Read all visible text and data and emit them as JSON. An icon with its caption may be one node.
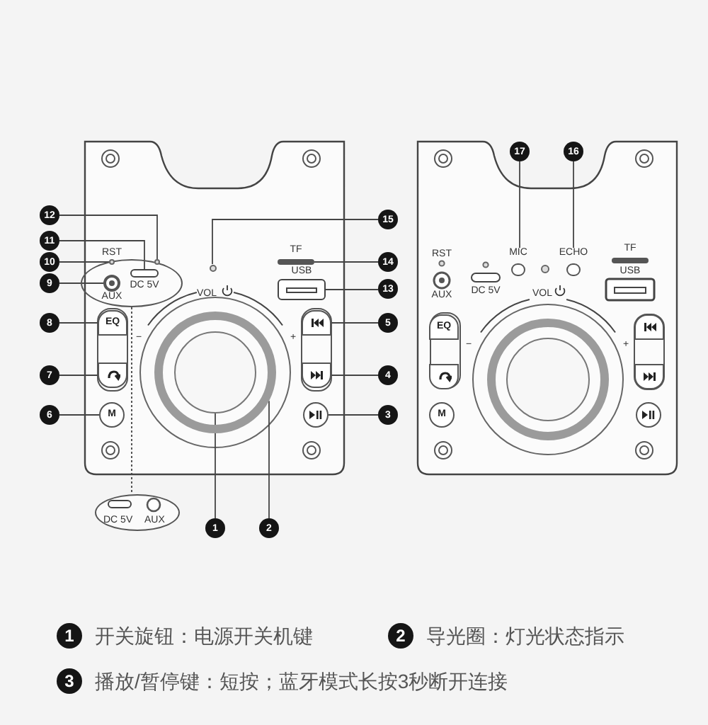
{
  "diagram": {
    "nodes": [
      {
        "text": [
          "12"
        ]
      },
      {
        "text": [
          "11"
        ]
      },
      {
        "text": [
          "10"
        ]
      },
      {
        "text": [
          "9"
        ]
      },
      {
        "text": [
          "8"
        ]
      },
      {
        "text": [
          "7"
        ]
      },
      {
        "text": [
          "6"
        ]
      },
      {
        "text": [
          "15"
        ]
      },
      {
        "text": [
          "14"
        ]
      },
      {
        "text": [
          "13"
        ]
      },
      {
        "text": [
          "5"
        ]
      },
      {
        "text": [
          "4"
        ]
      },
      {
        "text": [
          "3"
        ]
      },
      {
        "text": [
          "1"
        ]
      },
      {
        "text": [
          "2"
        ]
      },
      {
        "text": [
          "17"
        ]
      },
      {
        "text": [
          "16"
        ]
      },
      {
        "text": [],
        "shape": "circle",
        "in": 39
      },
      {
        "text": [],
        "shape": "box",
        "beside": [
          "DC 5V"
        ],
        "in": 39
      },
      {
        "text": [],
        "shape": "circle",
        "beside": [
          "RST"
        ],
        "in": 39
      },
      {
        "text": [],
        "shape": "circle",
        "beside": [
          "AUX"
        ],
        "in": 39
      },
      {
        "text": [
          "EQ"
        ]
      },
      {
        "text": [],
        "shape": "box"
      },
      {
        "text": [
          "M"
        ]
      },
      {
        "text": [],
        "shape": "circle"
      },
      {
        "text": [],
        "shape": "box",
        "beside": [
          "TF"
        ]
      },
      {
        "text": [],
        "shape": "box",
        "beside": [
          "USB"
        ]
      },
      {
        "text": [],
        "shape": "box"
      },
      {
        "text": [],
        "shape": "box"
      },
      {
        "text": [],
        "shape": "circle"
      },
      {
        "text": [],
        "shape": "circle",
        "in": 31
      },
      {
        "text": [],
        "shape": "circle"
      },
      {
        "text": [
          "MIC"
        ]
      },
      {
        "text": [
          "ECHO"
        ]
      },
      {
        "text": [
          "EQ"
        ]
      },
      {
        "text": [
          "M"
        ]
      },
      {
        "text": [
          "1"
        ],
        "beside": [
          "开关旋钮：电源开关机键"
        ]
      },
      {
        "text": [
          "2"
        ],
        "beside": [
          "导光圈：灯光状态指示"
        ]
      },
      {
        "text": [
          "3"
        ],
        "beside": [
          "播放/暂停键：短按；蓝牙模式长按3秒断开连接"
        ]
      },
      {
        "text": [],
        "shape": "oval"
      },
      {
        "text": [
          "DC 5V",
          "AUX"
        ]
      },
      {
        "text": [],
        "shape": "box"
      },
      {
        "text": [],
        "shape": "box"
      },
      {
        "text": [],
        "shape": "box"
      },
      {
        "text": [],
        "shape": "circle"
      }
    ],
    "edges": [
      {
        "from": 0,
        "to": 17,
        "arrow": "none"
      },
      {
        "from": 1,
        "to": 18,
        "arrow": "none"
      },
      {
        "from": 2,
        "to": 19,
        "arrow": "none"
      },
      {
        "from": 3,
        "to": 20,
        "arrow": "none"
      },
      {
        "from": 4,
        "to": 21,
        "arrow": "none"
      },
      {
        "from": 5,
        "to": 22,
        "arrow": "none"
      },
      {
        "from": 6,
        "to": 23,
        "arrow": "none"
      },
      {
        "from": 7,
        "to": 24,
        "arrow": "none"
      },
      {
        "from": 8,
        "to": 25,
        "arrow": "none"
      },
      {
        "from": 9,
        "to": 26,
        "arrow": "none"
      },
      {
        "from": 10,
        "to": 27,
        "arrow": "none"
      },
      {
        "from": 11,
        "to": 28,
        "arrow": "none"
      },
      {
        "from": 12,
        "to": 29,
        "arrow": "none"
      },
      {
        "from": 13,
        "to": 30,
        "arrow": "none"
      },
      {
        "from": 14,
        "to": 31,
        "arrow": "none"
      },
      {
        "from": 15,
        "to": 32,
        "arrow": "none"
      },
      {
        "from": 16,
        "to": 33,
        "arrow": "none"
      },
      {
        "from": 39,
        "to": 40,
        "arrow": "none",
        "style": "dashed"
      }
    ],
    "labels": [
      "VOL",
      "−",
      "+",
      "RST",
      "DC 5V",
      "AUX",
      "TF",
      "USB",
      "VOL",
      "−",
      "+"
    ]
  }
}
